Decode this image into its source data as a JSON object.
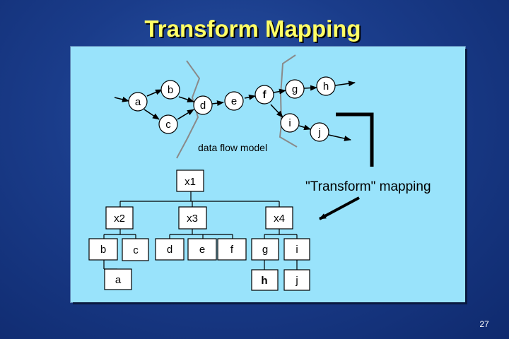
{
  "slide": {
    "title": "Transform Mapping",
    "page_number": "27"
  },
  "diagram": {
    "dfd_caption": "data flow model",
    "mapping_caption": "\"Transform\" mapping",
    "bubbles": [
      {
        "id": "a",
        "label": "a"
      },
      {
        "id": "b",
        "label": "b"
      },
      {
        "id": "c",
        "label": "c"
      },
      {
        "id": "d",
        "label": "d"
      },
      {
        "id": "e",
        "label": "e"
      },
      {
        "id": "f",
        "label": "f"
      },
      {
        "id": "g",
        "label": "g"
      },
      {
        "id": "h",
        "label": "h"
      },
      {
        "id": "i",
        "label": "i"
      },
      {
        "id": "j",
        "label": "j"
      }
    ],
    "modules": [
      {
        "id": "x1",
        "label": "x1"
      },
      {
        "id": "x2",
        "label": "x2"
      },
      {
        "id": "x3",
        "label": "x3"
      },
      {
        "id": "x4",
        "label": "x4"
      },
      {
        "id": "mb",
        "label": "b"
      },
      {
        "id": "mc",
        "label": "c"
      },
      {
        "id": "ma",
        "label": "a"
      },
      {
        "id": "md",
        "label": "d"
      },
      {
        "id": "me",
        "label": "e"
      },
      {
        "id": "mf",
        "label": "f"
      },
      {
        "id": "mg",
        "label": "g"
      },
      {
        "id": "mi",
        "label": "i"
      },
      {
        "id": "mh",
        "label": "h"
      },
      {
        "id": "mj",
        "label": "j"
      }
    ]
  },
  "colors": {
    "title": "#ffff66",
    "panel": "#99e3fb",
    "boundary": "#8a8a8a"
  }
}
